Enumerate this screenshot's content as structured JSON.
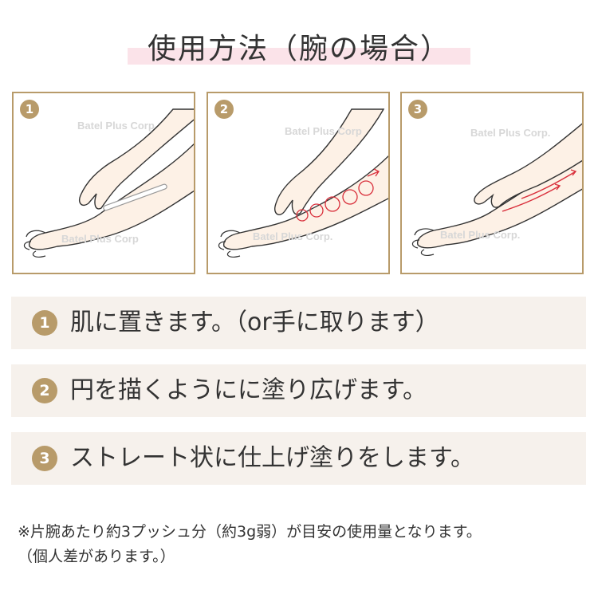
{
  "title": "使用方法（腕の場合）",
  "panels": [
    {
      "number": "1",
      "watermark_top": "Batel Plus Corp",
      "watermark_bottom": "Batel Plus Corp"
    },
    {
      "number": "2",
      "watermark_top": "Batel Plus Corp",
      "watermark_bottom": "Batel Plus Corp."
    },
    {
      "number": "3",
      "watermark_top": "Batel Plus Corp.",
      "watermark_bottom": "Batel Plus Corp."
    }
  ],
  "steps": [
    {
      "number": "1",
      "text": "肌に置きます。（or手に取ります）"
    },
    {
      "number": "2",
      "text": "円を描くようにに塗り広げます。"
    },
    {
      "number": "3",
      "text": "ストレート状に仕上げ塗りをします。"
    }
  ],
  "note": {
    "line1": "※片腕あたり約3プッシュ分（約3g弱）が目安の使用量となります。",
    "line2": "（個人差があります。）"
  },
  "colors": {
    "accent": "#b89b6a",
    "title_band": "#fbe3e9",
    "step_background": "#f6f1ec",
    "skin": "#fdf1e6",
    "arrow_red": "#d9303c"
  }
}
